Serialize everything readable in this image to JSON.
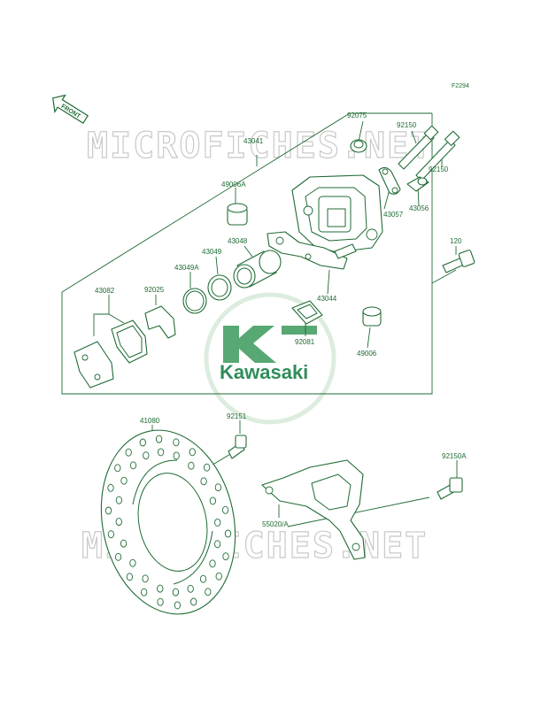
{
  "figure_code": "F2294",
  "watermark": "MICROFICHES.NET",
  "logo_text": "Kawasaki",
  "front_indicator": "FRONT",
  "colors": {
    "line": "#1f6b34",
    "logo": "#0d7a3e",
    "watermark": "#c9c9c9"
  },
  "parts": {
    "p92075": "92075",
    "p92150_a": "92150",
    "p92150_b": "92150",
    "p43041": "43041",
    "p49006A": "49006A",
    "p43057": "43057",
    "p43056": "43056",
    "p120": "120",
    "p43048": "43048",
    "p43049": "43049",
    "p43049A": "43049A",
    "p43044": "43044",
    "p43082": "43082",
    "p92025": "92025",
    "p92081": "92081",
    "p49006": "49006",
    "p41080": "41080",
    "p92151": "92151",
    "p92150A": "92150A",
    "p55020A": "55020/A"
  }
}
